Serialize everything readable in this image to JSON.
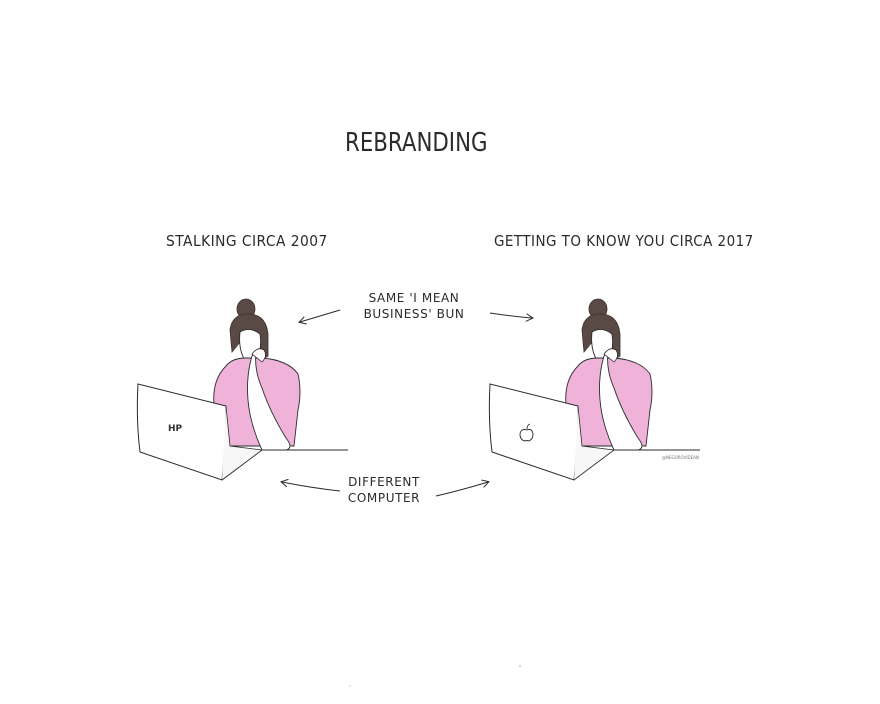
{
  "title": "REBRANDING",
  "panels": {
    "left": {
      "caption": "STALKING CIRCA 2007",
      "laptop_logo": "HP"
    },
    "right": {
      "caption": "GETTING TO KNOW YOU CIRCA 2017",
      "laptop_logo": "apple-logo-icon",
      "artist_credit": "@NEGOROVIDEAN"
    }
  },
  "annotations": {
    "bun": [
      "SAME 'I MEAN",
      "BUSINESS' BUN"
    ],
    "computer": [
      "DIFFERENT",
      "COMPUTER"
    ]
  },
  "colors": {
    "shirt": "#efb3d9",
    "hair": "#5a4a45",
    "skin": "#ffffff",
    "ink": "#2b2b2b"
  }
}
